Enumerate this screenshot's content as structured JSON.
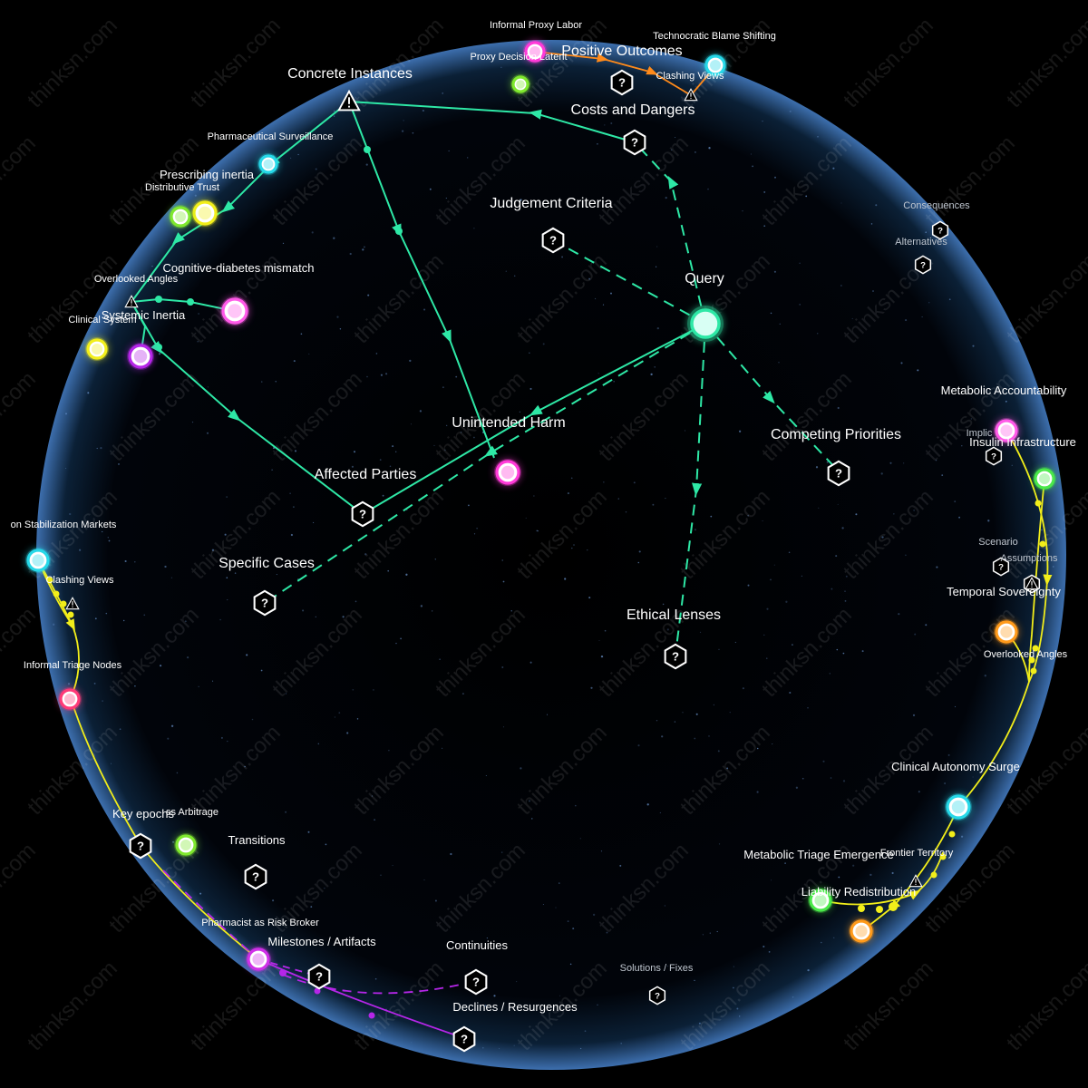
{
  "watermark": "thinksn.com",
  "colors": {
    "green": "#2ee8a6",
    "yellow": "#f2ee1a",
    "purple": "#b526e8",
    "orange": "#ff8a1a",
    "sphere_rim": "#5a8fd8"
  },
  "center_node": {
    "label": "Query",
    "color": "#d8fff4",
    "ring": "#2ee8a6"
  },
  "hub_nodes": [
    {
      "label": "Judgement Criteria",
      "icon": "question-hex-icon"
    },
    {
      "label": "Competing Priorities",
      "icon": "question-hex-icon"
    },
    {
      "label": "Ethical Lenses",
      "icon": "question-hex-icon"
    },
    {
      "label": "Specific Cases",
      "icon": "question-hex-icon"
    },
    {
      "label": "Affected Parties",
      "icon": "question-hex-icon"
    },
    {
      "label": "Costs and Dangers",
      "icon": "question-hex-icon"
    },
    {
      "label": "Positive Outcomes",
      "icon": "question-hex-icon"
    },
    {
      "label": "Concrete Instances",
      "icon": "warning-triangle-icon"
    },
    {
      "label": "Transitions",
      "icon": "question-hex-icon"
    },
    {
      "label": "Continuities",
      "icon": "question-hex-icon"
    },
    {
      "label": "Milestones / Artifacts",
      "icon": "question-hex-icon"
    },
    {
      "label": "Key epochs",
      "icon": "question-hex-icon"
    },
    {
      "label": "Declines / Resurgences",
      "icon": "question-hex-icon"
    },
    {
      "label": "Solutions / Fixes",
      "icon": "question-hex-icon"
    },
    {
      "label": "Consequences",
      "icon": "question-hex-icon"
    },
    {
      "label": "Alternatives",
      "icon": "question-hex-icon"
    },
    {
      "label": "Scenario",
      "icon": "question-hex-icon"
    },
    {
      "label": "Assumptions",
      "icon": "question-hex-icon"
    },
    {
      "label": "Implic",
      "icon": "question-hex-icon"
    }
  ],
  "topic_nodes": [
    {
      "label": "Unintended Harm",
      "color": "#ff3ad8"
    },
    {
      "label": "Systemic Inertia",
      "color": "#b526e8"
    },
    {
      "label": "Cognitive-diabetes mismatch",
      "color": "#ff5ae8"
    },
    {
      "label": "Prescribing inertia",
      "color": "#f2ee1a"
    },
    {
      "label": "Distributive Trust",
      "color": "#7fe82e"
    },
    {
      "label": "Clinical System",
      "color": "#f2ee1a"
    },
    {
      "label": "Overlooked Angles",
      "color": "#ffffff"
    },
    {
      "label": "Pharmaceutical Surveillance",
      "color": "#26d8e8"
    },
    {
      "label": "Informal Proxy Labor",
      "color": "#ff3ad8"
    },
    {
      "label": "Proxy Decision Latent",
      "color": "#7fe82e"
    },
    {
      "label": "Technocratic Blame Shifting",
      "color": "#26d8e8"
    },
    {
      "label": "Clashing Views",
      "color": "#ffffff"
    },
    {
      "label": "Metabolic Accountability",
      "color": "#ff5ae8"
    },
    {
      "label": "Insulin Infrastructure",
      "color": "#4ae84a"
    },
    {
      "label": "Temporal Sovereignty",
      "color": "#ffffff"
    },
    {
      "label": "Overlooked Angles",
      "color": "#ff9a1a"
    },
    {
      "label": "Clinical Autonomy Surge",
      "color": "#26d8e8"
    },
    {
      "label": "Metabolic Triage Emergence",
      "color": "#ffffff"
    },
    {
      "label": "Liability Redistribution",
      "color": "#4ae84a"
    },
    {
      "label": "Frontier Territory",
      "color": "#ff9a1a"
    },
    {
      "label": "on Stabilization Markets",
      "color": "#26d8e8"
    },
    {
      "label": "Clashing Views",
      "color": "#ffffff"
    },
    {
      "label": "Informal Triage Nodes",
      "color": "#ff3a78"
    },
    {
      "label": "ss Arbitrage",
      "color": "#7fe82e"
    },
    {
      "label": "Pharmacist as Risk Broker",
      "color": "#d030e8"
    }
  ]
}
